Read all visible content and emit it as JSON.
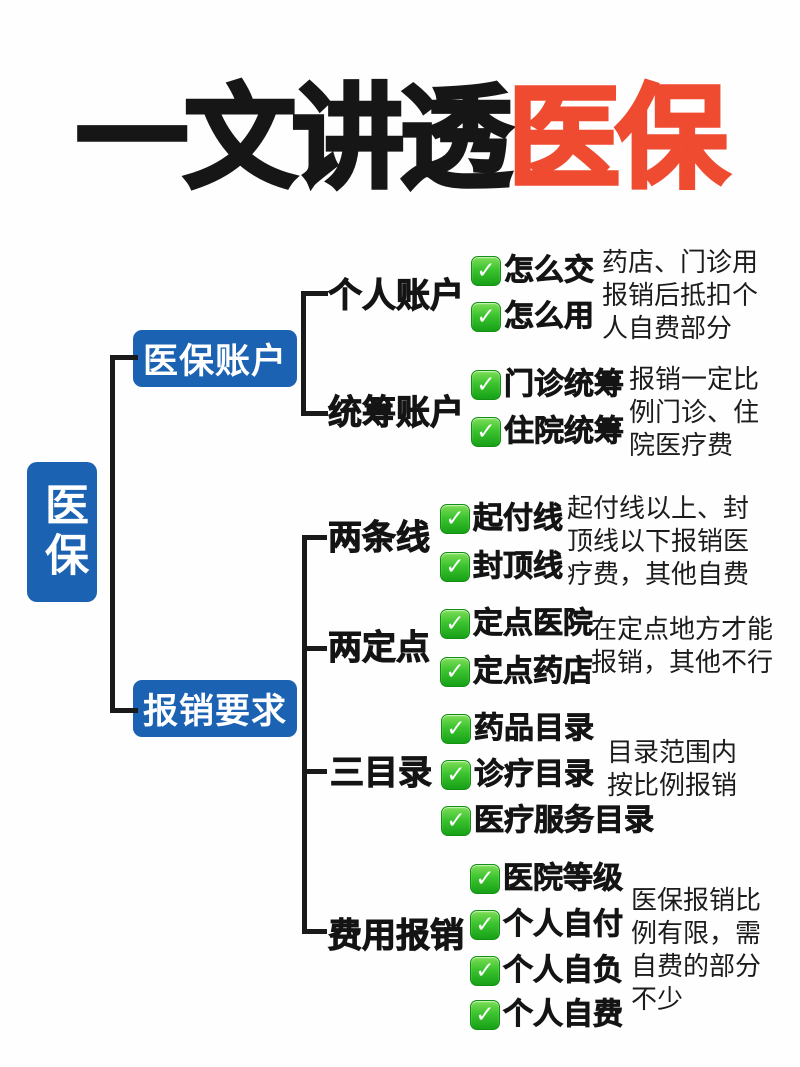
{
  "title": {
    "prefix": "一文讲透",
    "highlight": "医保"
  },
  "root_label": "医保",
  "icons": {
    "check": "✓"
  },
  "colors": {
    "node_blue": "#1b62b2",
    "title_red": "#ee4b31",
    "check_green": "#2eb82e",
    "line_black": "#1a1a1a"
  },
  "branches": [
    {
      "label": "医保账户",
      "children": [
        {
          "label": "个人账户",
          "items": [
            "怎么交",
            "怎么用"
          ],
          "note": "药店、门诊用报销后抵扣个人自费部分"
        },
        {
          "label": "统筹账户",
          "items": [
            "门诊统筹",
            "住院统筹"
          ],
          "note": "报销一定比例门诊、住院医疗费"
        }
      ]
    },
    {
      "label": "报销要求",
      "children": [
        {
          "label": "两条线",
          "items": [
            "起付线",
            "封顶线"
          ],
          "note": "起付线以上、封顶线以下报销医疗费，其他自费"
        },
        {
          "label": "两定点",
          "items": [
            "定点医院",
            "定点药店"
          ],
          "note": "在定点地方才能报销，其他不行"
        },
        {
          "label": "三目录",
          "items": [
            "药品目录",
            "诊疗目录",
            "医疗服务目录"
          ],
          "note": "目录范围内按比例报销"
        },
        {
          "label": "费用报销",
          "items": [
            "医院等级",
            "个人自付",
            "个人自负",
            "个人自费"
          ],
          "note": "医保报销比例有限，需自费的部分不少"
        }
      ]
    }
  ]
}
